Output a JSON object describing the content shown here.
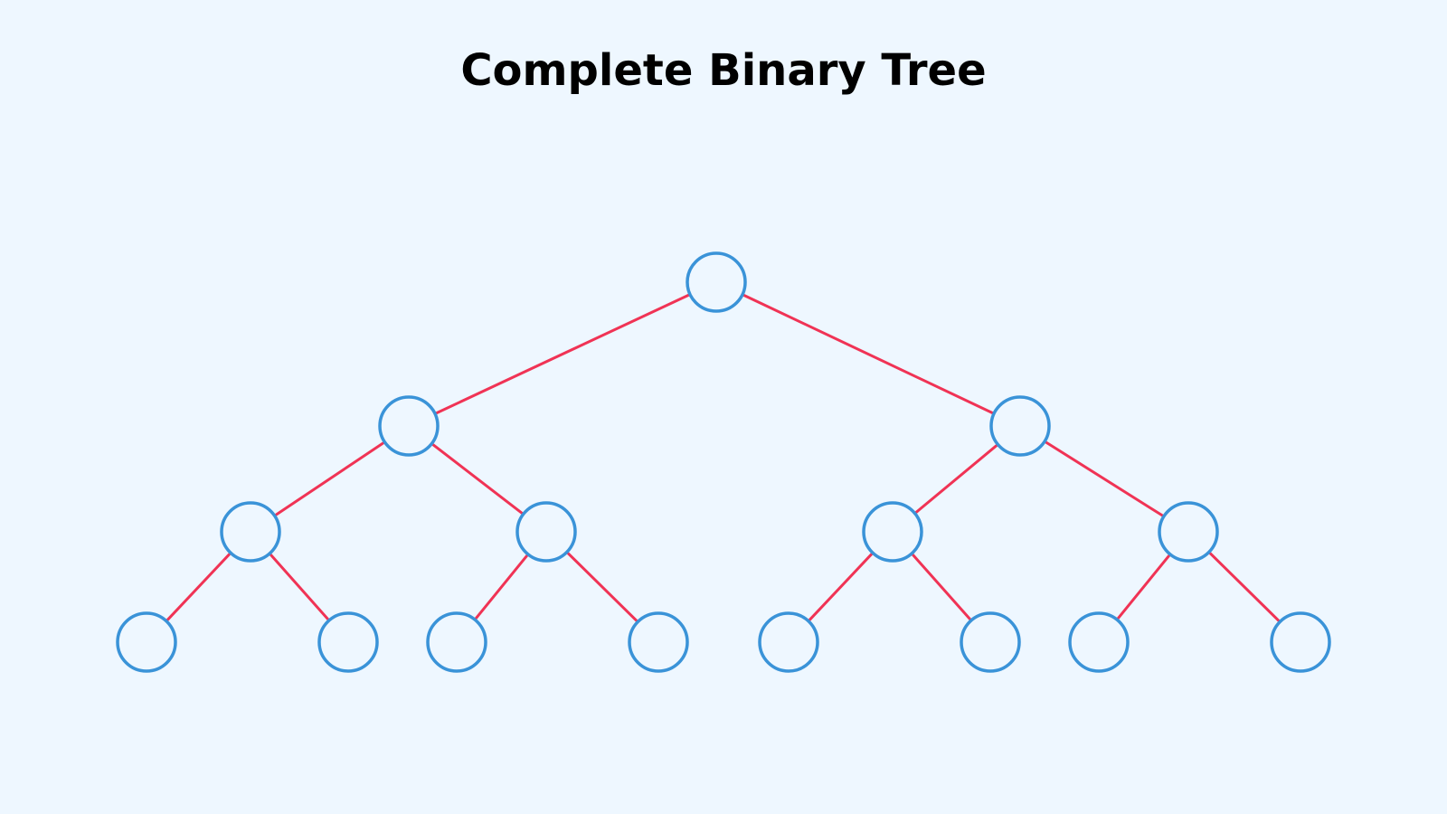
{
  "diagram": {
    "title": "Complete Binary Tree",
    "type": "binary-tree",
    "levels": 4,
    "node_count": 15,
    "colors": {
      "background": "#EEF7FF",
      "node_stroke": "#3A93D8",
      "edge": "#F03355",
      "title": "#000000"
    },
    "nodes": [
      {
        "id": "n1",
        "parent": null
      },
      {
        "id": "n2",
        "parent": "n1"
      },
      {
        "id": "n3",
        "parent": "n1"
      },
      {
        "id": "n4",
        "parent": "n2"
      },
      {
        "id": "n5",
        "parent": "n2"
      },
      {
        "id": "n6",
        "parent": "n3"
      },
      {
        "id": "n7",
        "parent": "n3"
      },
      {
        "id": "n8",
        "parent": "n4"
      },
      {
        "id": "n9",
        "parent": "n4"
      },
      {
        "id": "n10",
        "parent": "n5"
      },
      {
        "id": "n11",
        "parent": "n5"
      },
      {
        "id": "n12",
        "parent": "n6"
      },
      {
        "id": "n13",
        "parent": "n6"
      },
      {
        "id": "n14",
        "parent": "n7"
      },
      {
        "id": "n15",
        "parent": "n7"
      }
    ]
  }
}
